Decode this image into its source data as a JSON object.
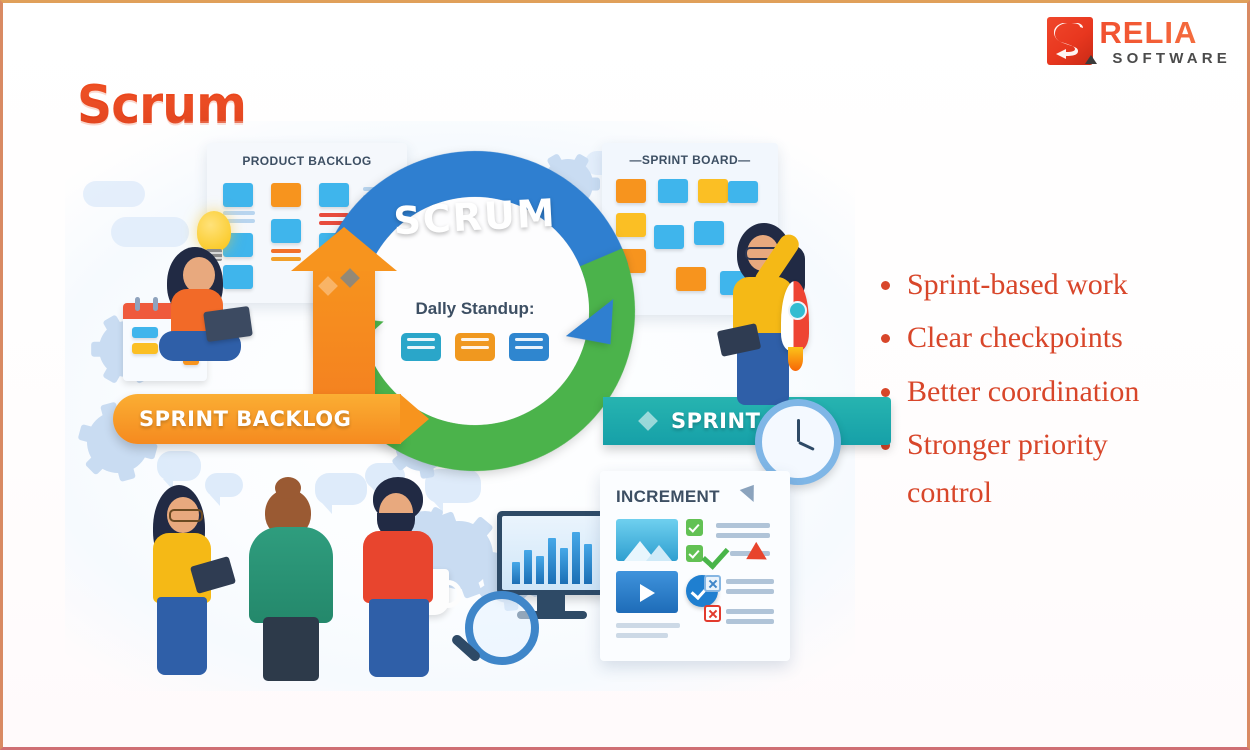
{
  "page": {
    "title": "Scrum",
    "background_color": "#ffffff",
    "border_color": "#d98a63",
    "accent_color": "#d8462a"
  },
  "logo": {
    "mark_name": "relia-logo-mark",
    "primary_text": "RELIA",
    "secondary_text": "SOFTWARE",
    "mark_color": "#e8371f",
    "text_color": "#f1502f"
  },
  "bullets": {
    "items": [
      "Sprint-based work",
      "Clear checkpoints",
      "Better coordination",
      "Stronger priority control"
    ],
    "color": "#d8462a"
  },
  "illustration": {
    "name": "scrum-framework-cycle-illustration",
    "cycle_label": "SCRUM",
    "center_label": "Dally Standup:",
    "boards": {
      "product_backlog": "PRODUCT BACKLOG",
      "sprint_board": "—SPRINT BOARD—",
      "increment": "INCREMENT"
    },
    "banners": {
      "sprint_backlog": "SPRINT BACKLOG",
      "sprint": "SPRINT"
    },
    "arc_colors": {
      "top_arc": "#2f7fd0",
      "bottom_arc": "#4bb34b",
      "sprint_backlog_banner": "#f7941e",
      "sprint_banner": "#16a0a8"
    },
    "decor": [
      "lightbulb-icon",
      "calendar-icon",
      "rocket-icon",
      "alarm-clock-icon",
      "gear-icon",
      "magnifier-icon",
      "monitor-chart-icon",
      "coffee-mug-icon",
      "padlock-icon",
      "speech-bubble-icon"
    ],
    "people": [
      "woman-with-laptop",
      "woman-pointing-at-sprint-board",
      "team-member-with-tablet",
      "team-member-green-hoodie",
      "team-member-red-shirt"
    ]
  }
}
